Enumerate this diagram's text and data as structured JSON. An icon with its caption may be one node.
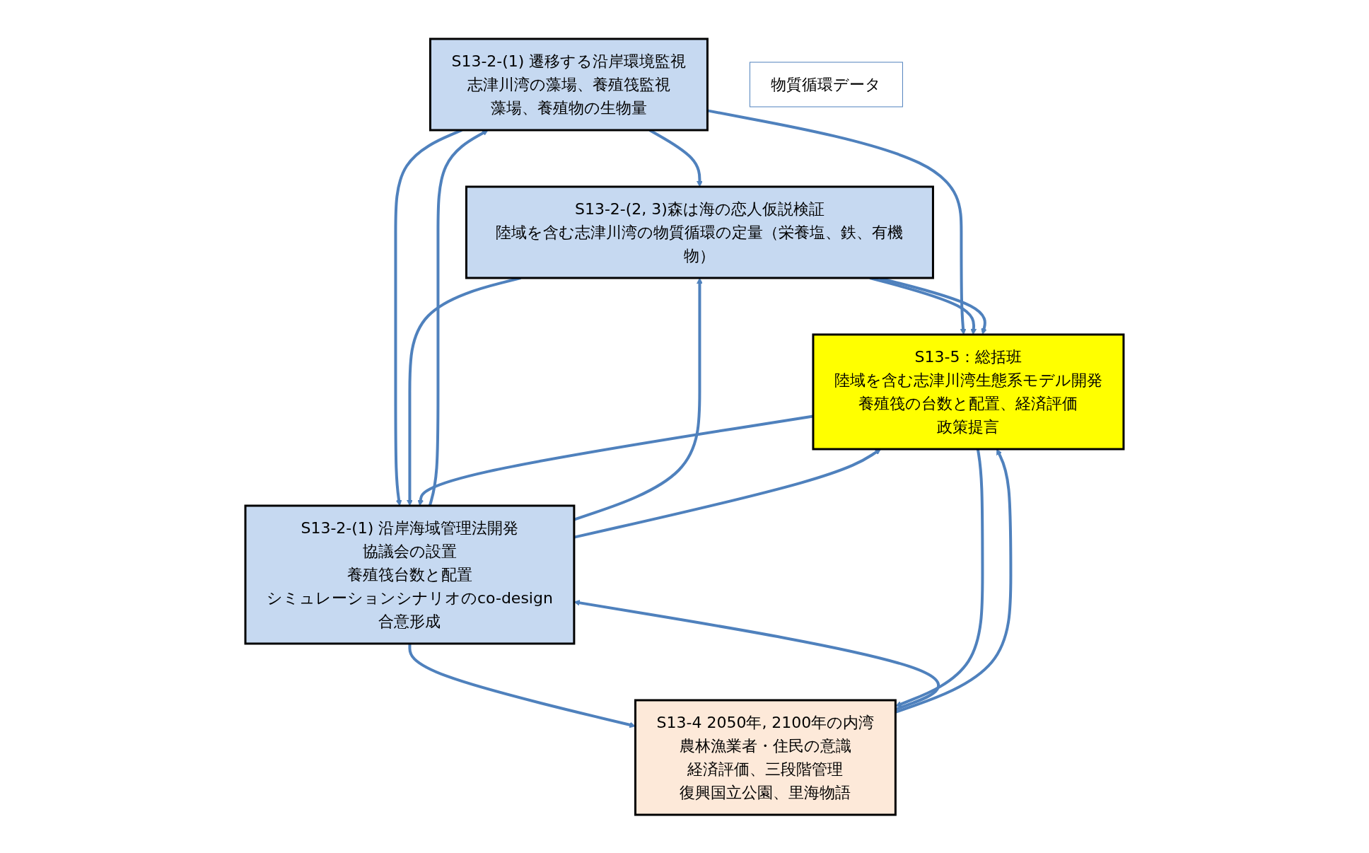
{
  "diagram": {
    "nodes": [
      {
        "text": [
          "S13-2-(1) 遷移する沿岸環境監視",
          "志津川湾の藻場、養殖筏監視",
          "藻場、養殖物の生物量"
        ]
      },
      {
        "text": [
          "S13-2-(2, 3)森は海の恋人仮説検証",
          "陸域を含む志津川湾の物質循環の定量（栄養塩、鉄、有機物）"
        ]
      },
      {
        "text": [
          "物質循環データ"
        ]
      },
      {
        "text": [
          "S13-2-(1) 沿岸海域管理法開発",
          "協議会の設置",
          "養殖筏台数と配置",
          "シミュレーションシナリオのco-design",
          "合意形成"
        ]
      },
      {
        "text": [
          "S13-5：総括班",
          "陸域を含む志津川湾生態系モデル開発",
          "養殖筏の台数と配置、経済評価",
          "政策提言"
        ]
      },
      {
        "text": [
          "S13-4  2050年, 2100年の内湾",
          "農林漁業者・住民の意識",
          "経済評価、三段階管理",
          "復興国立公園、里海物語"
        ]
      }
    ],
    "edges": [
      {
        "from": 0,
        "to": 1,
        "arrow": "to"
      },
      {
        "from": 0,
        "to": 4,
        "arrow": "to"
      },
      {
        "from": 1,
        "to": 4,
        "arrow": "to"
      },
      {
        "from": 3,
        "to": 0,
        "arrow": "to"
      },
      {
        "from": 0,
        "to": 3,
        "arrow": "to"
      },
      {
        "from": 3,
        "to": 1,
        "arrow": "to"
      },
      {
        "from": 1,
        "to": 3,
        "arrow": "to"
      },
      {
        "from": 4,
        "to": 3,
        "arrow": "to"
      },
      {
        "from": 3,
        "to": 4,
        "arrow": "to"
      },
      {
        "from": 5,
        "to": 3,
        "arrow": "to"
      },
      {
        "from": 3,
        "to": 5,
        "arrow": "to"
      },
      {
        "from": 5,
        "to": 4,
        "arrow": "to"
      },
      {
        "from": 4,
        "to": 5,
        "arrow": "to"
      },
      {
        "from": 4,
        "to": 1,
        "arrow": "both"
      }
    ]
  }
}
